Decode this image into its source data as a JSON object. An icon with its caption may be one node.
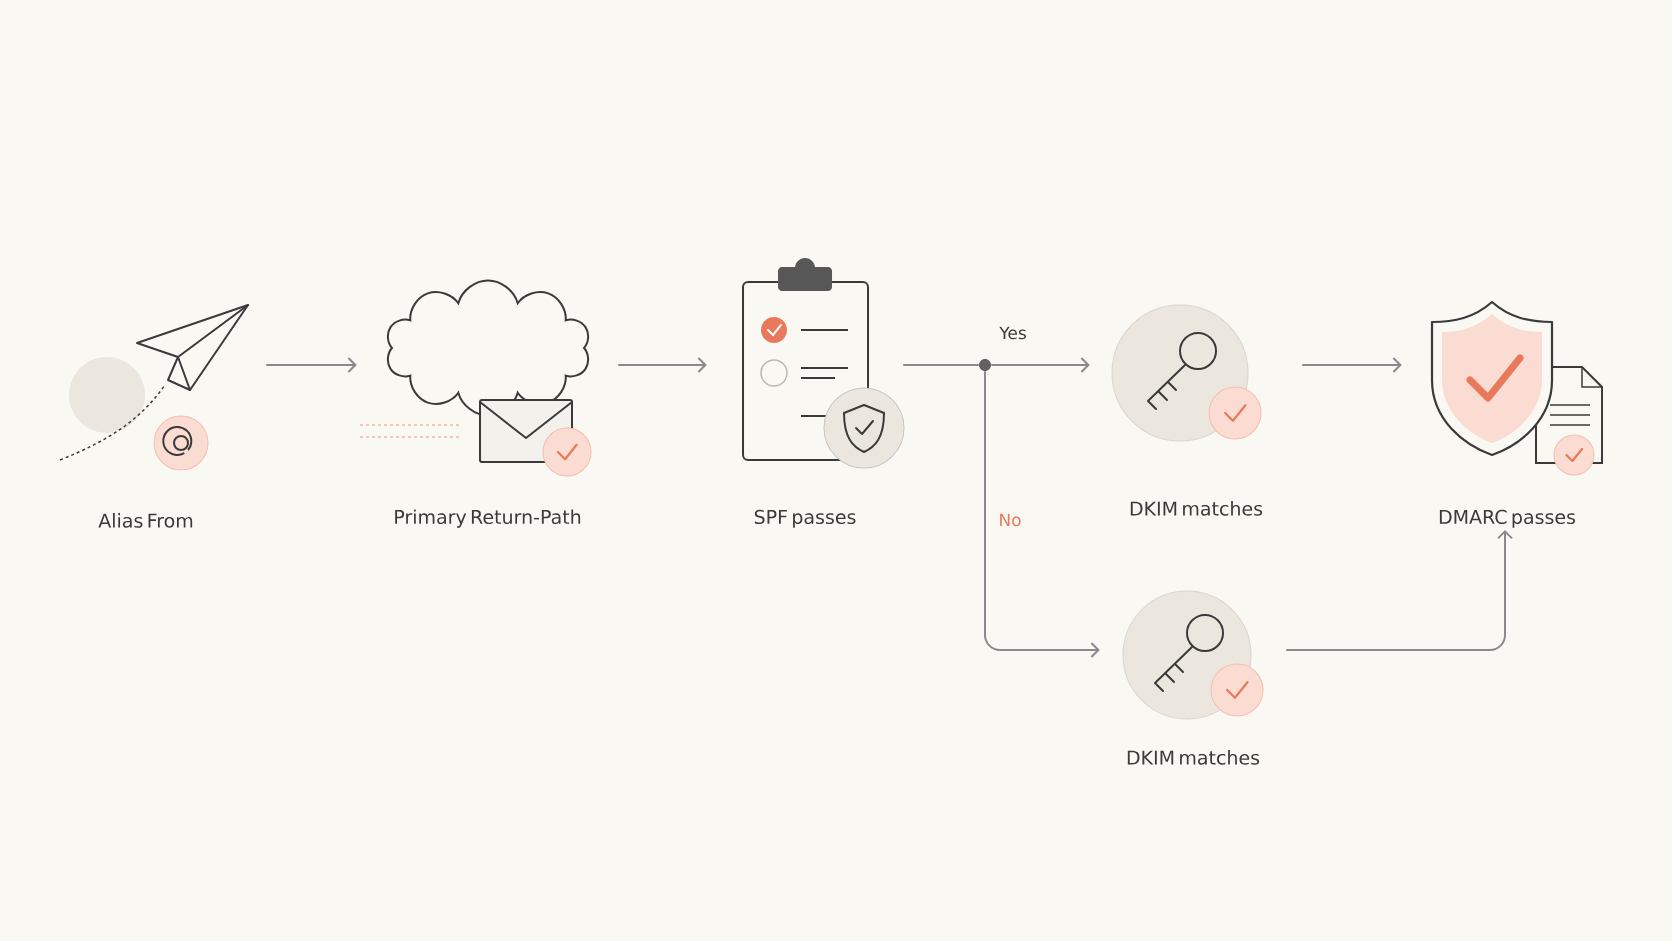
{
  "diagram": {
    "nodes": [
      {
        "text": [
          "Alias From"
        ]
      },
      {
        "text": [
          "Primary Return-Path"
        ]
      },
      {
        "text": [
          "SPF passes"
        ]
      },
      {
        "text": [],
        "shape": "circle"
      },
      {
        "text": [
          "DKIM matches"
        ]
      },
      {
        "text": [
          "DMARC passes"
        ]
      },
      {
        "text": [
          "DKIM matches"
        ]
      }
    ],
    "edges": [
      {
        "from": 0,
        "to": 1,
        "arrow": "to"
      },
      {
        "from": 1,
        "to": 2,
        "arrow": "to"
      },
      {
        "from": 2,
        "to": 3,
        "arrow": "none"
      },
      {
        "from": 3,
        "to": 4,
        "arrow": "to",
        "label": "Yes"
      },
      {
        "from": 3,
        "to": 6,
        "arrow": "to",
        "label": "No"
      },
      {
        "from": 4,
        "to": 5,
        "arrow": "to"
      },
      {
        "from": 6,
        "to": 5,
        "arrow": "to"
      }
    ]
  }
}
